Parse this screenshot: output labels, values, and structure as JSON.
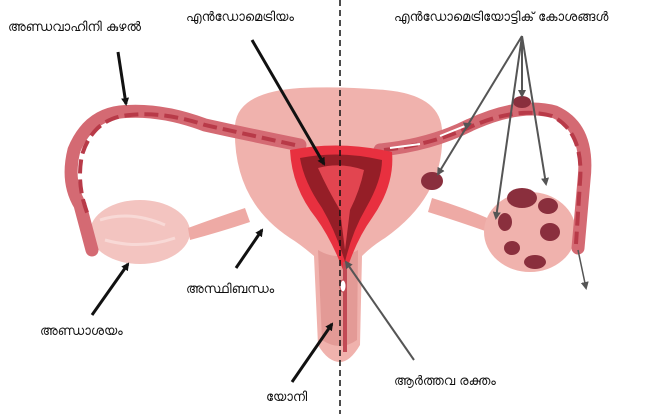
{
  "labels": {
    "fallopian_tube": "അണ്ഡവാഹിനി കുഴൽ",
    "endometrium": "എൻഡോമെട്രിയം",
    "endometriotic_cysts": "എൻഡോമെട്രിയോട്ടിക് കോശങ്ങൾ",
    "ovary": "അണ്ഡാശയം",
    "ligament": "അസ്ഥിബന്ധം",
    "vagina": "യോനി",
    "menstrual_blood": "ആർത്തവ രക്തം"
  },
  "colors": {
    "tissue": "#f0b2ad",
    "tissue_dark": "#e39a96",
    "tube": "#d46a73",
    "blood": "#e8303f",
    "blood_dark": "#7a1820",
    "cyst": "#8a2f3d"
  }
}
